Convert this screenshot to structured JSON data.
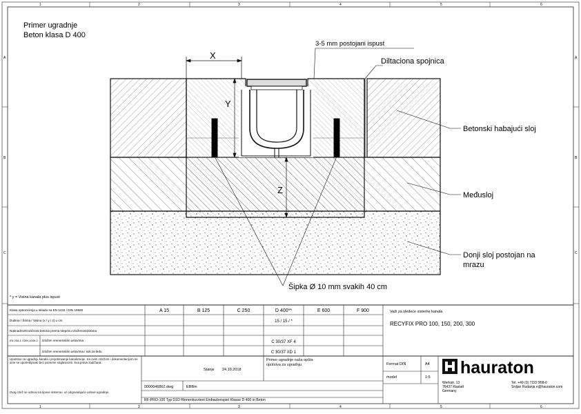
{
  "frame": {
    "col_numbers": [
      "1",
      "2",
      "3",
      "4",
      "5",
      "6"
    ],
    "row_letters": [
      "A",
      "B",
      "C"
    ]
  },
  "title": {
    "line1": "Primer ugradnje",
    "line2": "Beton klasa D 400"
  },
  "callouts": {
    "gap": "3-5 mm postojani ispust",
    "joint": "Diltaciona spojnica",
    "wear_layer": "Betonski habajući sloj",
    "intermediate": "Međusloj",
    "base_line1": "Donji sloj postojan na",
    "base_line2": "mrazu",
    "rebar": "Šipka Ø 10 mm svakih 40 cm"
  },
  "dimensions": {
    "x": "X",
    "y": "Y",
    "z": "Z"
  },
  "footnote": "* y = Visina kanala plus ispust",
  "table": {
    "row1_label": "Klasa opterećenja u skladu sa EN 1433 / DIN 19580",
    "row2_label": "Dubina / Širina / Visina (x / y / z) u cm",
    "row3_label": "Naknadno/Krutičnost betona prema stepenu izloženosti/okvira",
    "row4_code": "EN 206-1 / DIN 1045-2",
    "row4_label": "Izložen vremenskim uslovima",
    "row5_label": "Izložen vremenskim uslovima i soli za ledu",
    "classes": [
      "A 15",
      "B 125",
      "C 250",
      "D 400**",
      "E 600",
      "F 900"
    ],
    "d400_dims": "15 / 15 / *",
    "d400_exp1": "C 30/37 XF 4",
    "d400_exp2": "C 30/37 XD 1",
    "valid_for": "Važi za sledeće sisteme kanala",
    "product": "RECYFIX PRO 100, 150, 200, 300",
    "disclaimer": "Uputstvo za ugradnju kanala i projektovanje kanalizacije. Sa ovim crtežom i dokumentacijom ne sme se upotrebljavati bez pismene saglasnosti. Sva prava zadržana.",
    "status_label": "Stanje",
    "status_date": "24.10.2018",
    "info": "Primer ugradnje naša opšta uputstva za ugradnju",
    "format_label": "Format DIN",
    "format_value": "A4",
    "model_label": "model",
    "model_value": "1:5",
    "drawing_no": "0000046862.dwg",
    "author": "EBBm",
    "small_note": "Ovaj crtež se odnosi na tipove sistema i uz odgovarajuće uslove ugradnje.",
    "bottom_desc": "RF-PRO-100 Typ D1D Rinnenkurztext Einbaubeispiel Klasse D 400 in Beton",
    "brand": "hauraton",
    "addr1": "Werkstr. 13",
    "addr2": "76437 Rastatt",
    "addr3": "Germany",
    "tel": "Tel. +49 (0) 7222 958-0",
    "email": "Srdjan Rudanja e@hauraton.com"
  }
}
